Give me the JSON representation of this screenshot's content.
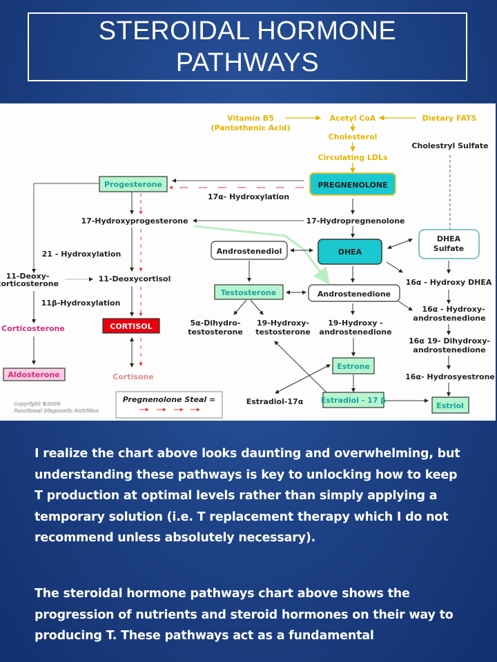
{
  "title": {
    "line1": "STEROIDAL HORMONE",
    "line2": "PATHWAYS"
  },
  "diagram": {
    "inputs": {
      "vitamin_b5": "Vitamin B5",
      "pantothenic": "(Pantothenic Acid)",
      "acetyl_coa": "Acetyl CoA",
      "dietary_fats": "Dietary FATS",
      "cholesterol": "Cholesterol",
      "circulating_ldls": "Circulating LDLs",
      "cholestryl_sulfate": "Cholestryl Sulfate"
    },
    "nodes": {
      "pregnenolone": "PREGNENOLONE",
      "progesterone": "Progesterone",
      "hydroxylation_17a": "17α- Hydroxylation",
      "hydroxyprogesterone_17": "17-Hydroxyprogesterone",
      "hydropregnenolone_17": "17-Hydropregnenolone",
      "hydroxylation_21": "21 - Hydroxylation",
      "deoxycorticosterone_1": "11-Deoxy-",
      "deoxycorticosterone_2": "corticosterone",
      "deoxycortisol_11": "11-Deoxycortisol",
      "hydroxylation_11b": "11β-Hydroxylation",
      "corticosterone": "Corticosterone",
      "cortisol": "CORTISOL",
      "aldosterone": "Aldosterone",
      "cortisone": "Cortisone",
      "androstenediol": "Androstenediol",
      "dhea": "DHEA",
      "dhea_sulfate_1": "DHEA",
      "dhea_sulfate_2": "Sulfate",
      "hydroxy_dhea_16a": "16α - Hydroxy DHEA",
      "testosterone": "Testosterone",
      "androstenedione": "Androstenedione",
      "hydroxy_androstenedione_16a_1": "16α - Hydroxy-",
      "hydroxy_androstenedione_16a_2": "androstenedione",
      "dihydrotestosterone_1": "5α-Dihydro-",
      "dihydrotestosterone_2": "testosterone",
      "hydroxytestosterone_19_1": "19-Hydroxy-",
      "hydroxytestosterone_19_2": "testosterone",
      "hydroxyandrostenedione_19_1": "19-Hydroxy -",
      "hydroxyandrostenedione_19_2": "androstenedione",
      "dihydroxy_16a19_1": "16α 19- Dihydroxy-",
      "dihydroxy_16a19_2": "androstenedione",
      "estrone": "Estrone",
      "hydrosyestrone_16a": "16α- Hydrosyestrone",
      "estradiol_17a": "Estradiol-17α",
      "estradiol_17b": "Estradiol - 17 β",
      "estriol": "Estriol"
    },
    "legend": {
      "label": "Pregnenolone Steal =",
      "arrows": "→  →  →  →"
    },
    "copyright": {
      "line1": "Copyright ©2008",
      "line2": "Functional Diagnostic Nutrition"
    },
    "colors": {
      "gold": "#e8b400",
      "teal_box": "#19c9cf",
      "green_box": "#b6f5cf",
      "cortisol_red": "#e8000e",
      "pink": "#d42e7a",
      "steal_red": "#e23a3a"
    }
  },
  "paragraphs": [
    "I realize the chart above looks daunting and overwhelming, but understanding these pathways is key to unlocking how to keep T production at optimal levels rather than simply applying a temporary solution (i.e. T replacement therapy which I do not recommend unless absolutely necessary).",
    "The steroidal hormone pathways chart above shows the progression of nutrients and steroid hormones on their way to producing T. These pathways act as a fundamental"
  ]
}
